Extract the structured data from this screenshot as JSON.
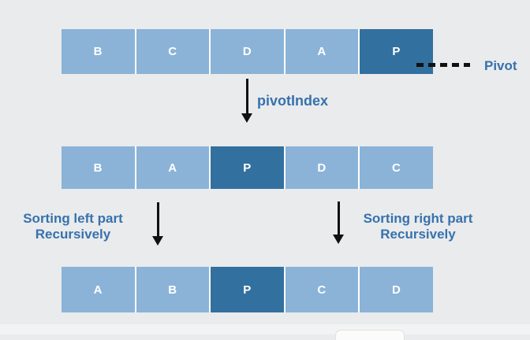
{
  "colors": {
    "background": "#eaebed",
    "cell_light": "#8ab3d7",
    "cell_dark": "#32709f",
    "cell_text": "#ffffff",
    "label_blue": "#3672ad",
    "arrow_black": "#111111",
    "footer_strip": "#f2f3f3"
  },
  "rows": [
    {
      "name": "initial-array",
      "cells": [
        {
          "label": "B",
          "pivot": false
        },
        {
          "label": "C",
          "pivot": false
        },
        {
          "label": "D",
          "pivot": false
        },
        {
          "label": "A",
          "pivot": false
        },
        {
          "label": "P",
          "pivot": true
        }
      ]
    },
    {
      "name": "partitioned-array",
      "cells": [
        {
          "label": "B",
          "pivot": false
        },
        {
          "label": "A",
          "pivot": false
        },
        {
          "label": "P",
          "pivot": true
        },
        {
          "label": "D",
          "pivot": false
        },
        {
          "label": "C",
          "pivot": false
        }
      ]
    },
    {
      "name": "sorted-array",
      "cells": [
        {
          "label": "A",
          "pivot": false
        },
        {
          "label": "B",
          "pivot": false
        },
        {
          "label": "P",
          "pivot": true
        },
        {
          "label": "C",
          "pivot": false
        },
        {
          "label": "D",
          "pivot": false
        }
      ]
    }
  ],
  "annotations": {
    "pivot_label": "Pivot",
    "pivot_index_label": "pivotIndex",
    "left_label_line1": "Sorting left part",
    "left_label_line2": "Recursively",
    "right_label_line1": "Sorting right part",
    "right_label_line2": "Recursively"
  }
}
